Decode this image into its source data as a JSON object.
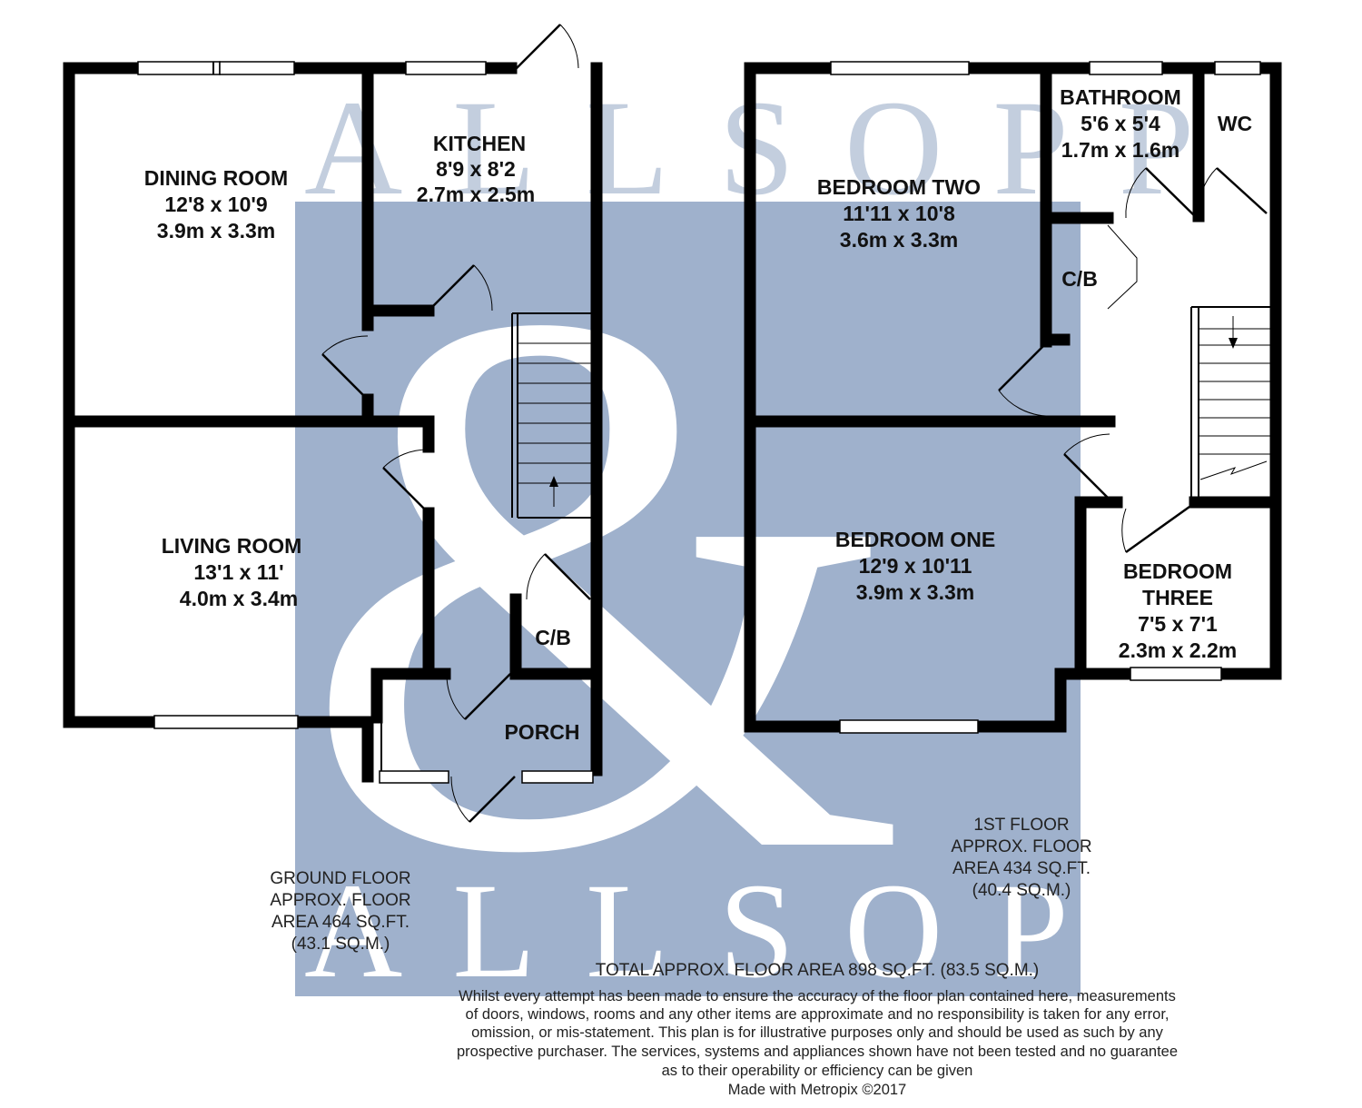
{
  "watermark": {
    "top": "ALLSOPP",
    "bottom": "ALLSOPP",
    "ampersand": "&",
    "box_color": "#9fb1cc",
    "text_color_top": "#c3cede"
  },
  "ground_floor": {
    "rooms": [
      {
        "name": "DINING ROOM",
        "imperial": "12'8 x 10'9",
        "metric": "3.9m x 3.3m"
      },
      {
        "name": "KITCHEN",
        "imperial": "8'9 x 8'2",
        "metric": "2.7m x 2.5m"
      },
      {
        "name": "LIVING ROOM",
        "imperial": "13'1 x 11'",
        "metric": "4.0m x 3.4m"
      },
      {
        "name": "C/B"
      },
      {
        "name": "PORCH"
      }
    ],
    "area": [
      "GROUND FLOOR",
      "APPROX. FLOOR",
      "AREA 464 SQ.FT.",
      "(43.1 SQ.M.)"
    ]
  },
  "first_floor": {
    "rooms": [
      {
        "name": "BEDROOM TWO",
        "imperial": "11'11 x 10'8",
        "metric": "3.6m x 3.3m"
      },
      {
        "name": "BATHROOM",
        "imperial": "5'6 x 5'4",
        "metric": "1.7m x 1.6m"
      },
      {
        "name": "WC"
      },
      {
        "name": "C/B"
      },
      {
        "name": "BEDROOM ONE",
        "imperial": "12'9 x 10'11",
        "metric": "3.9m x 3.3m"
      },
      {
        "name": "BEDROOM",
        "name2": "THREE",
        "imperial": "7'5 x 7'1",
        "metric": "2.3m x 2.2m"
      }
    ],
    "area": [
      "1ST FLOOR",
      "APPROX. FLOOR",
      "AREA 434 SQ.FT.",
      "(40.4 SQ.M.)"
    ]
  },
  "total_area": "TOTAL APPROX. FLOOR AREA 898 SQ.FT. (83.5 SQ.M.)",
  "disclaimer": [
    "Whilst every attempt has been made to ensure the accuracy of the floor plan contained here, measurements",
    "of doors, windows, rooms and any other items are approximate and no responsibility is taken for any error,",
    "omission, or mis-statement. This plan is for illustrative purposes only and should be used as such by any",
    "prospective purchaser. The services, systems and appliances shown have not been tested and no guarantee",
    "as to their operability or efficiency can be given"
  ],
  "credit": "Made with Metropix ©2017"
}
